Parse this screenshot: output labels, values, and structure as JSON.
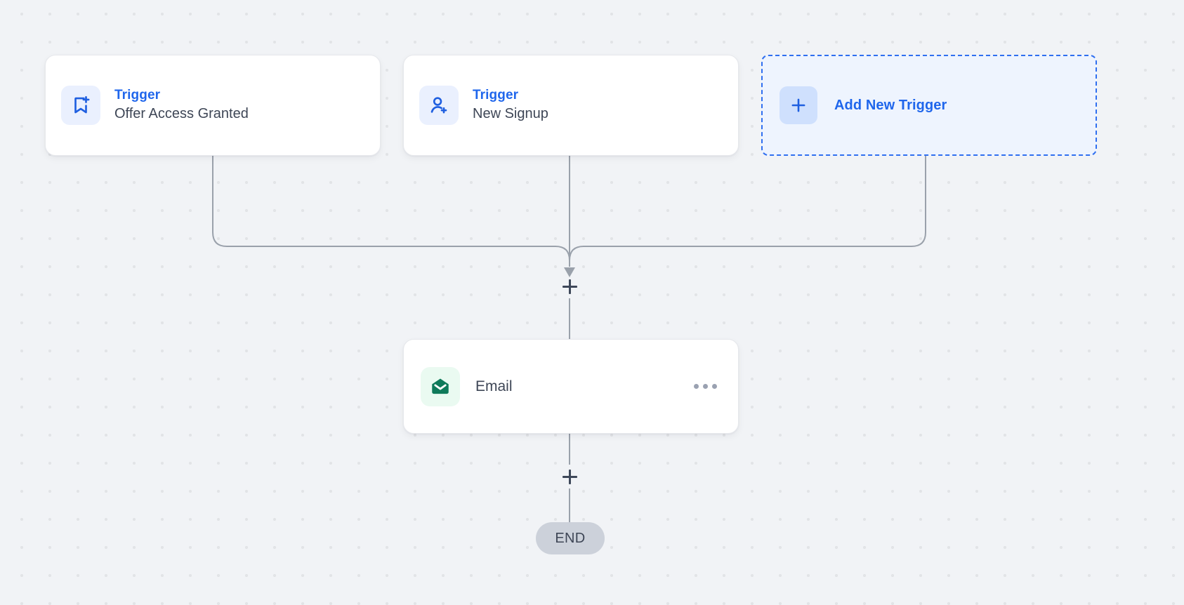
{
  "canvas": {
    "background_color": "#f1f3f6",
    "dot_color": "#e2e4e7"
  },
  "colors": {
    "accent_blue": "#1f66ec",
    "icon_bg_blue": "#eaf0fe",
    "icon_bg_green": "#eafaf1",
    "email_green": "#0f7a5a",
    "text_dark": "#3e4656",
    "connector": "#9aa1ab",
    "end_pill": "#ccd1da"
  },
  "triggers": [
    {
      "kicker": "Trigger",
      "title": "Offer Access Granted",
      "icon": "bookmark-plus-icon"
    },
    {
      "kicker": "Trigger",
      "title": "New Signup",
      "icon": "user-plus-icon"
    }
  ],
  "add_trigger": {
    "label": "Add New Trigger",
    "icon": "plus-icon"
  },
  "actions": [
    {
      "title": "Email",
      "icon": "envelope-icon",
      "menu_icon": "ellipsis-icon"
    }
  ],
  "handles": {
    "merge_plus": "add-step-icon",
    "email_plus": "add-step-icon"
  },
  "end_node": {
    "label": "END"
  }
}
